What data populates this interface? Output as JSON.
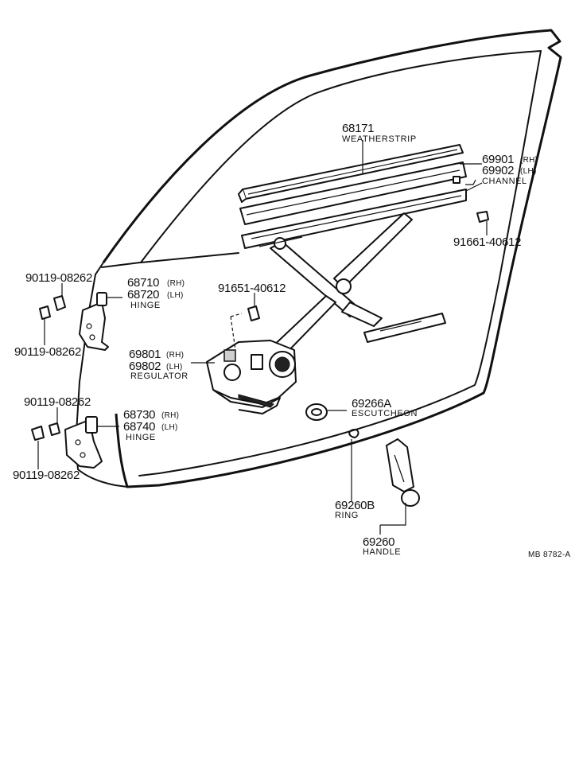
{
  "diagram": {
    "ref_code": "MB  8782-A",
    "parts": {
      "weatherstrip": {
        "number": "68171",
        "name": "WEATHERSTRIP"
      },
      "channel": {
        "number_rh": "69901",
        "suffix_rh": "(RH)",
        "number_lh": "69902",
        "suffix_lh": "(LH)",
        "name": "CHANNEL"
      },
      "screw_channel": {
        "number": "91661-40612"
      },
      "bolt_top": {
        "number": "90119-08262"
      },
      "upper_hinge": {
        "number_rh": "68710",
        "suffix_rh": "(RH)",
        "number_lh": "68720",
        "suffix_lh": "(LH)",
        "name": "HINGE"
      },
      "bolt_upper_lower": {
        "number": "90119-08262"
      },
      "screw_regulator": {
        "number": "91651-40612"
      },
      "regulator": {
        "number_rh": "69801",
        "suffix_rh": "(RH)",
        "number_lh": "69802",
        "suffix_lh": "(LH)",
        "name": "REGULATOR"
      },
      "bolt_lower_upper": {
        "number": "90119-08262"
      },
      "lower_hinge": {
        "number_rh": "68730",
        "suffix_rh": "(RH)",
        "number_lh": "68740",
        "suffix_lh": "(LH)",
        "name": "HINGE"
      },
      "bolt_bottom": {
        "number": "90119-08262"
      },
      "escutcheon": {
        "number": "69266A",
        "name": "ESCUTCHEON"
      },
      "ring": {
        "number": "69260B",
        "name": "RING"
      },
      "handle": {
        "number": "69260",
        "name": "HANDLE"
      }
    }
  }
}
